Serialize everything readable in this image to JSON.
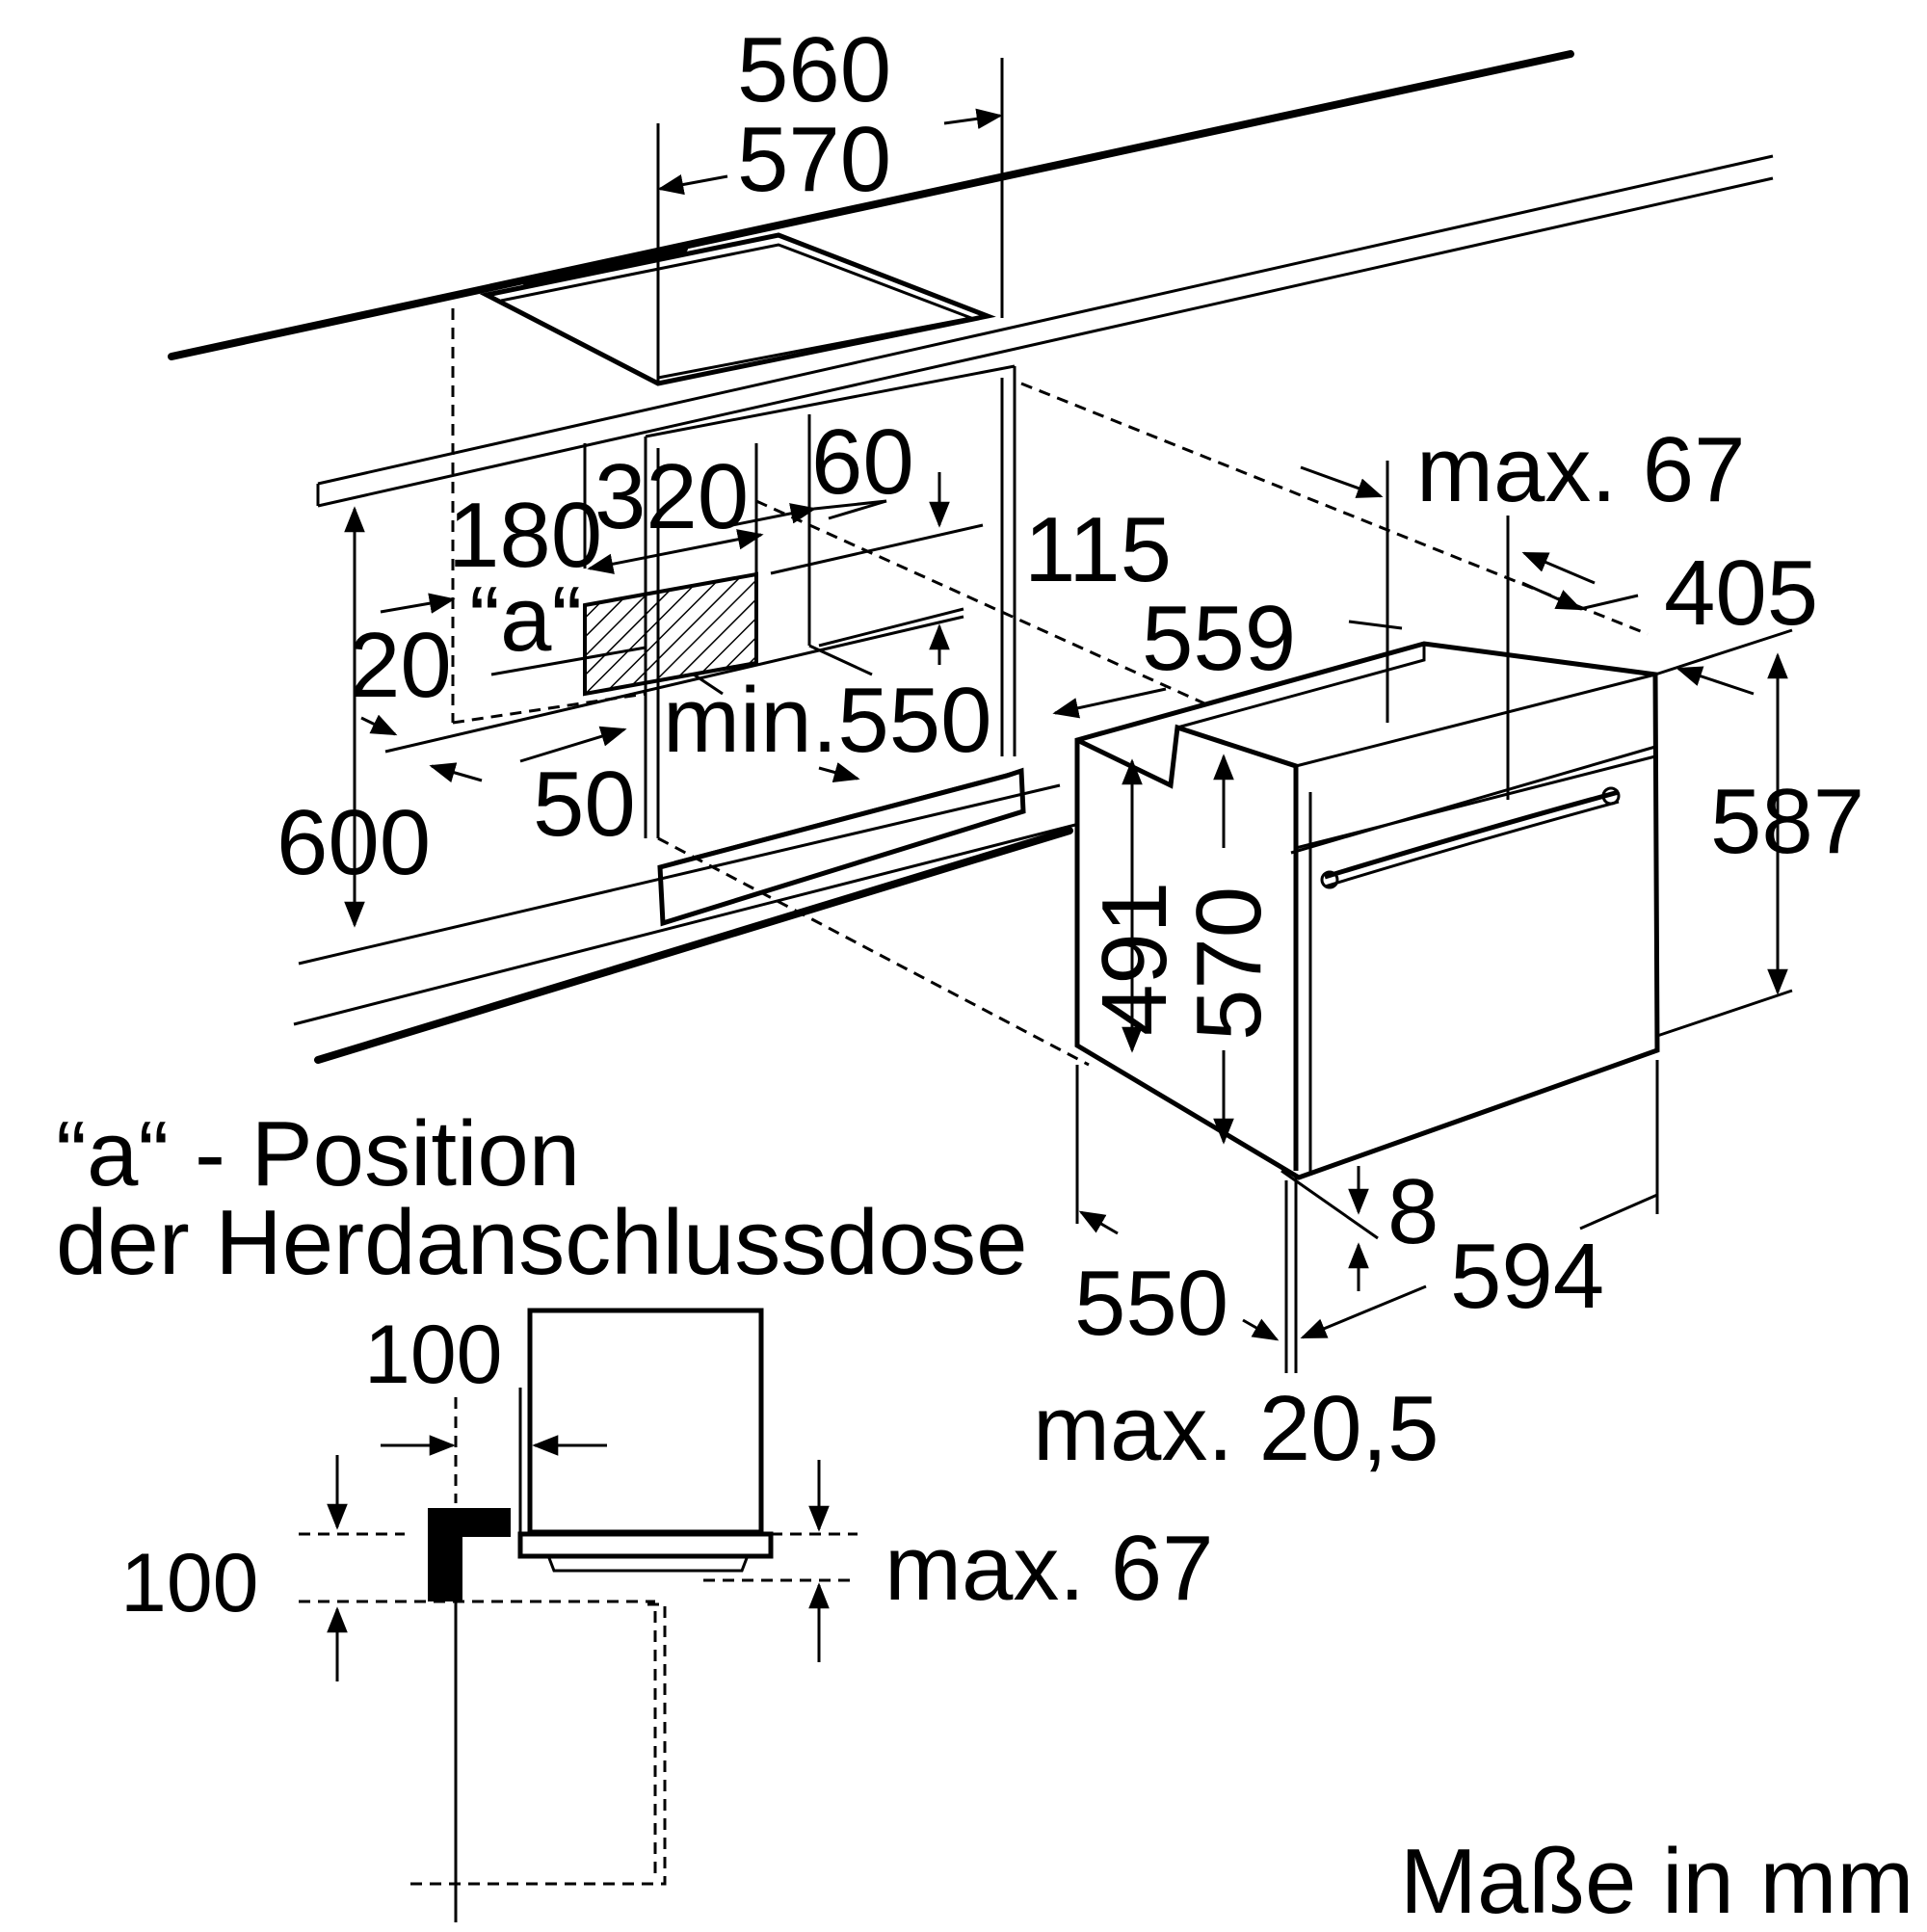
{
  "labels": {
    "d560": "560",
    "d570_top": "570",
    "d60": "60",
    "d320": "320",
    "max67_top": "max. 67",
    "d180": "180",
    "d115": "115",
    "d405": "405",
    "a_label": "“a“",
    "d20": "20",
    "d559": "559",
    "min550": "min.550",
    "d587": "587",
    "d50": "50",
    "d600": "600",
    "d491": "491",
    "d570_side": "570",
    "d8": "8",
    "d594": "594",
    "d550": "550",
    "max205": "max. 20,5",
    "d100_top": "100",
    "d100_left": "100",
    "max67_bottom": "max. 67",
    "units": "Maße in mm"
  },
  "legend": {
    "line1": "“a“ - Position",
    "line2": "der Herdanschlussdose"
  }
}
